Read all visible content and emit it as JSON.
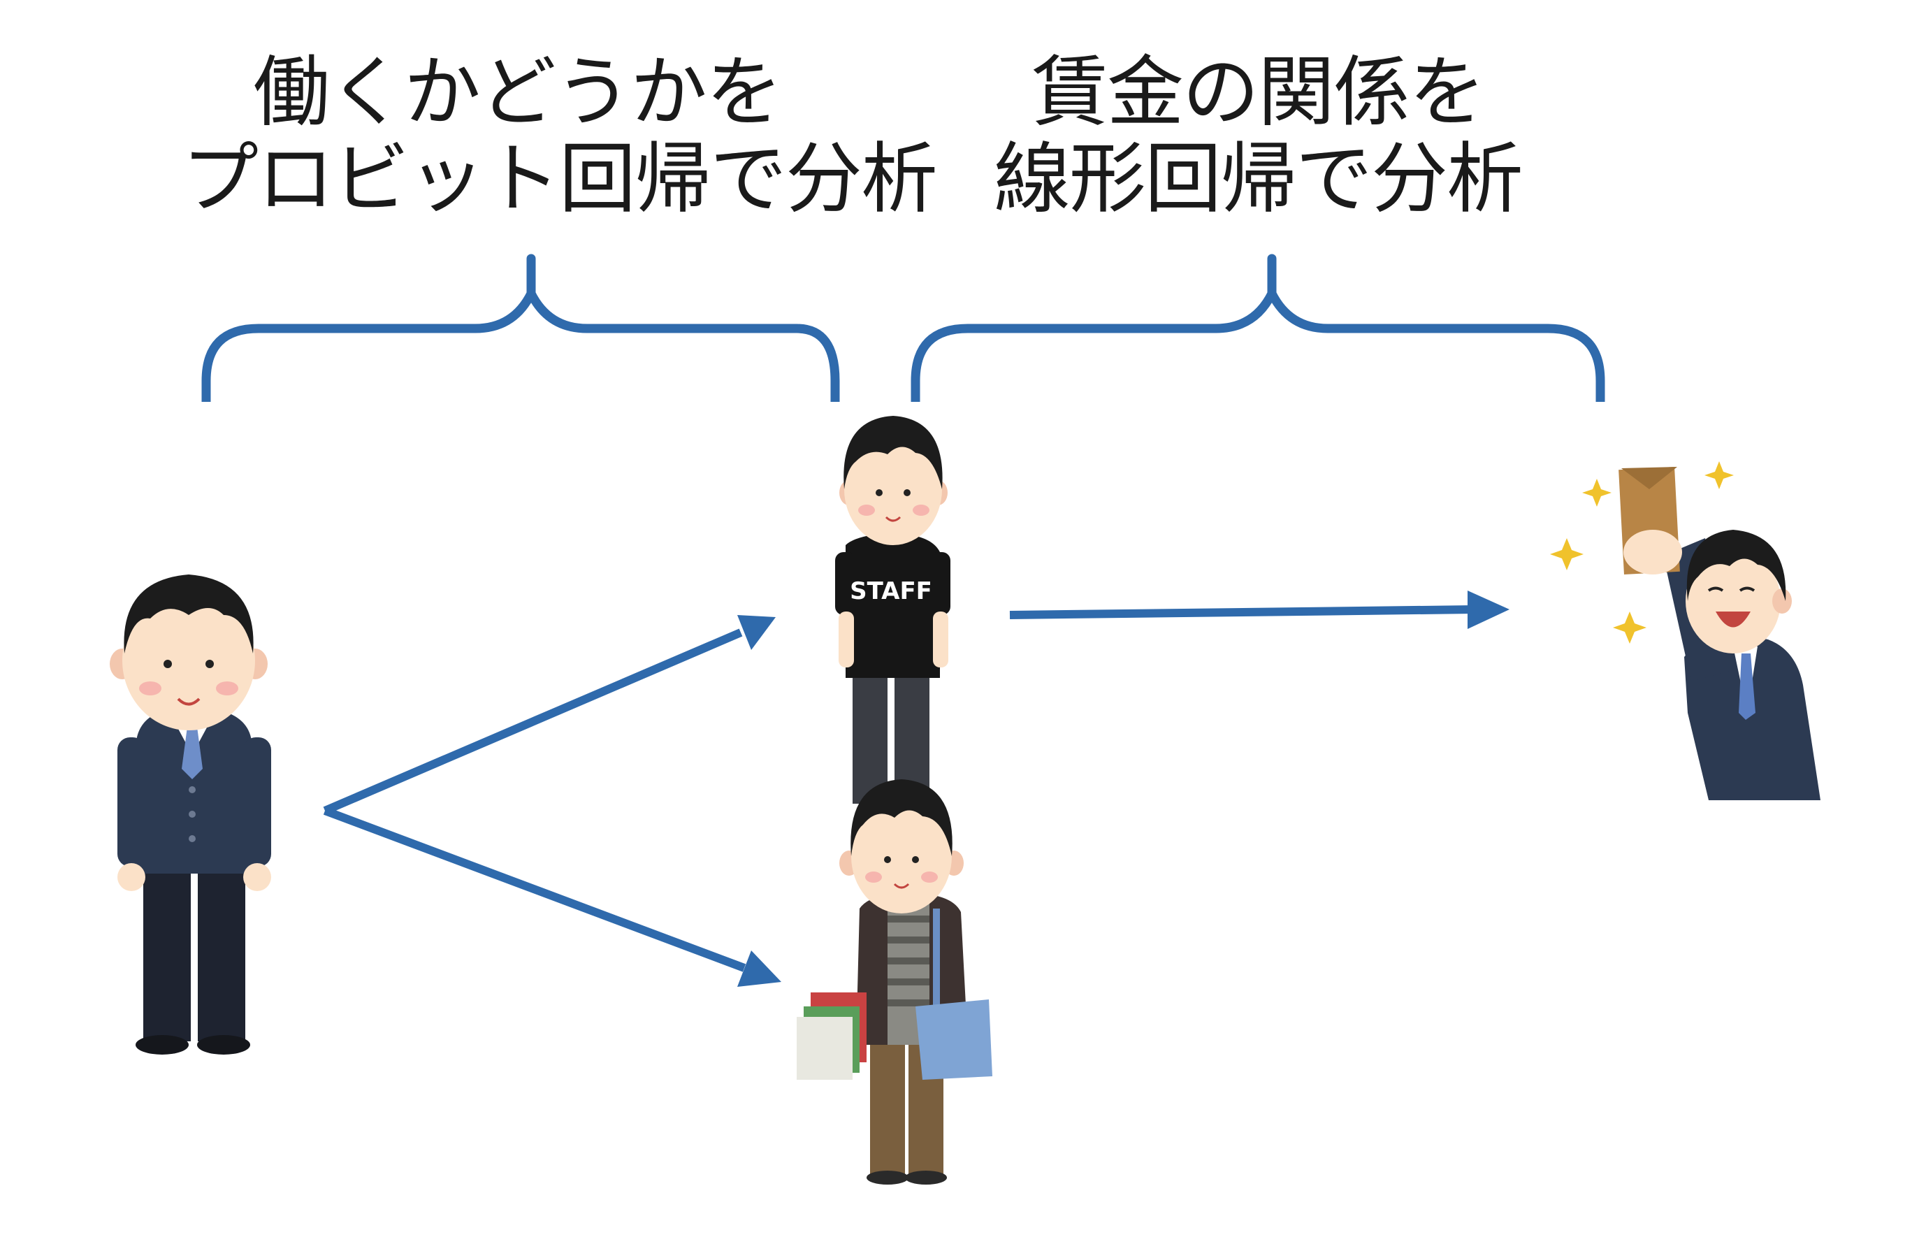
{
  "labels": {
    "left": {
      "line1": "働くかどうかを",
      "line2": "プロビット回帰で分析"
    },
    "right": {
      "line1": "賃金の関係を",
      "line2": "線形回帰で分析"
    }
  },
  "figures": {
    "student": "student-in-suit",
    "worker": "staff-worker",
    "college": "college-student",
    "payday": "employee-with-pay-envelope"
  },
  "shirt_text": "STAFF",
  "colors": {
    "arrow": "#2f6aac",
    "suit": "#2c3a52",
    "skin": "#fbe1c8",
    "hair": "#1c1c1c"
  }
}
